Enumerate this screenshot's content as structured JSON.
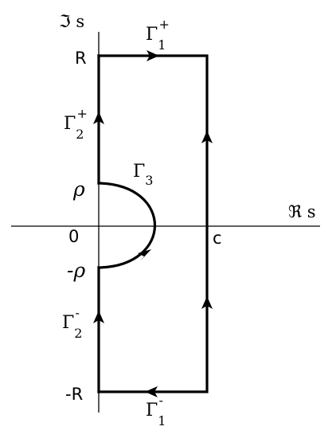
{
  "labels": {
    "imag_axis": "ℑ s",
    "real_axis": "ℜ s",
    "R": "R",
    "neg_R": "-R",
    "rho": "ρ",
    "neg_rho": "-ρ",
    "origin": "0",
    "c": "c",
    "gamma1_plus": {
      "base": "Γ",
      "sub": "1",
      "sup": "+"
    },
    "gamma1_minus": {
      "base": "Γ",
      "sub": "1",
      "sup": "-"
    },
    "gamma2_plus": {
      "base": "Γ",
      "sub": "2",
      "sup": "+"
    },
    "gamma2_minus": {
      "base": "Γ",
      "sub": "2",
      "sup": "-"
    },
    "gamma3": {
      "base": "Γ",
      "sub": "3"
    }
  },
  "colors": {
    "stroke": "#000000",
    "background": "#ffffff"
  }
}
